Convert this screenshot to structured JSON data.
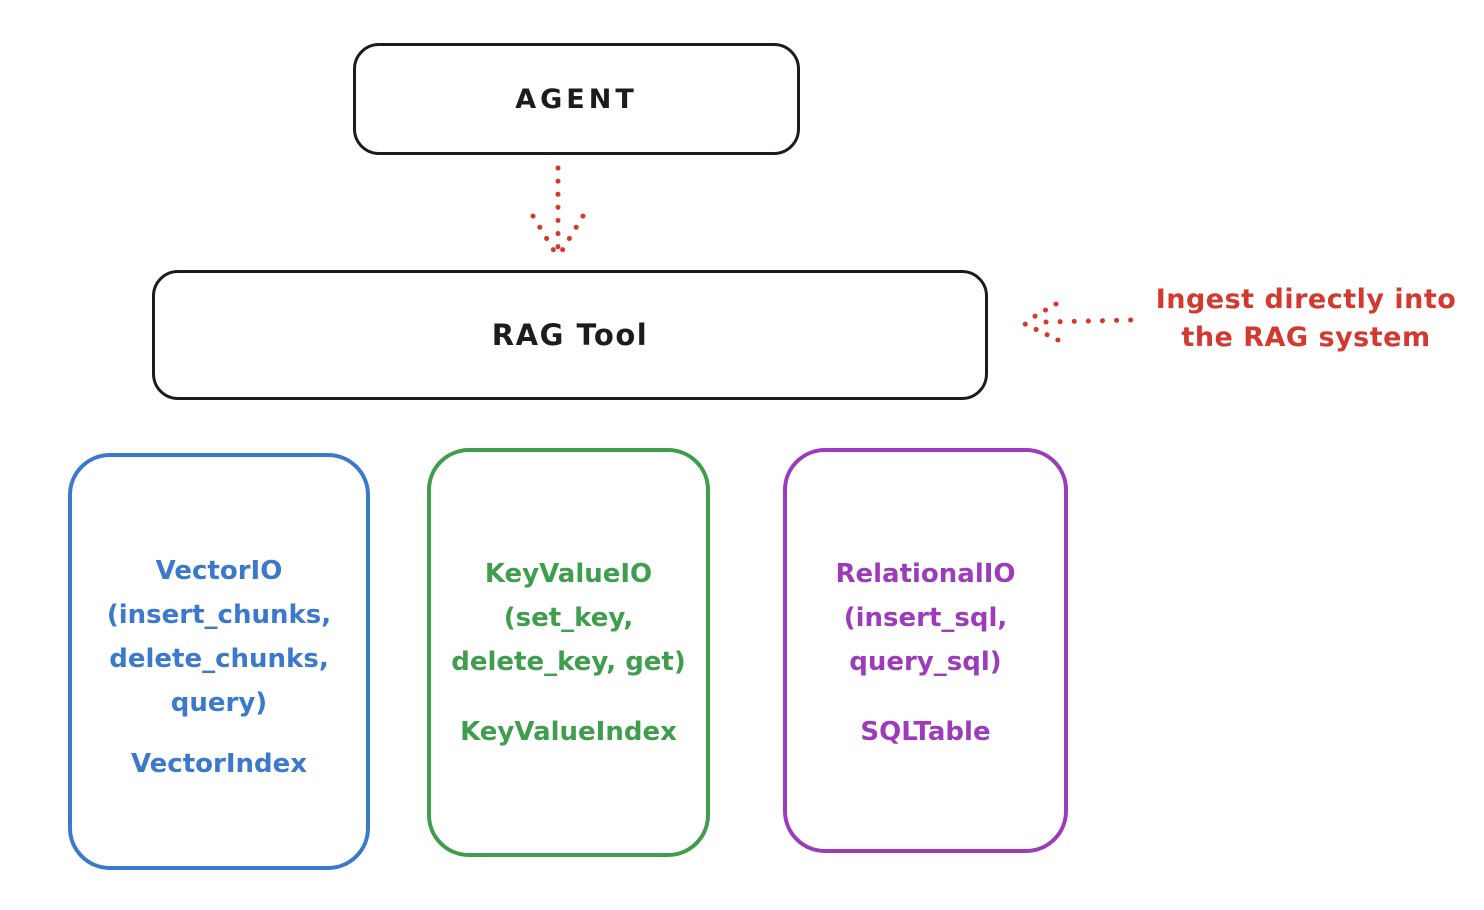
{
  "agent": {
    "label": "AGENT"
  },
  "rag_tool": {
    "label": "RAG Tool"
  },
  "annotation": {
    "line1": "Ingest directly into",
    "line2": "the RAG system"
  },
  "boxes": {
    "vector": {
      "line1": "VectorIO",
      "line2": "(insert_chunks,",
      "line3": "delete_chunks,",
      "line4": "query)",
      "index": "VectorIndex"
    },
    "keyvalue": {
      "line1": "KeyValueIO",
      "line2": "(set_key,",
      "line3": "delete_key, get)",
      "index": "KeyValueIndex"
    },
    "relational": {
      "line1": "RelationalIO",
      "line2": "(insert_sql,",
      "line3": "query_sql)",
      "index": "SQLTable"
    }
  },
  "colors": {
    "stroke_black": "#1c1c1c",
    "arrow_red": "#d4392f",
    "vector_blue": "#3b79cc",
    "keyvalue_green": "#3f9e4d",
    "relational_purple": "#9d3bbd"
  },
  "icons": {
    "down_arrow": "dotted-down-arrow",
    "left_arrow": "dotted-left-arrow"
  }
}
